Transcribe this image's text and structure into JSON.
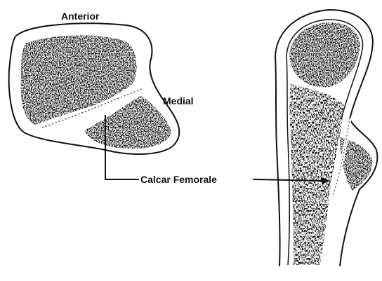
{
  "labels": {
    "anterior": "Anterior",
    "medial": "Medial",
    "calcar_femorale": "Calcar Femorale"
  }
}
